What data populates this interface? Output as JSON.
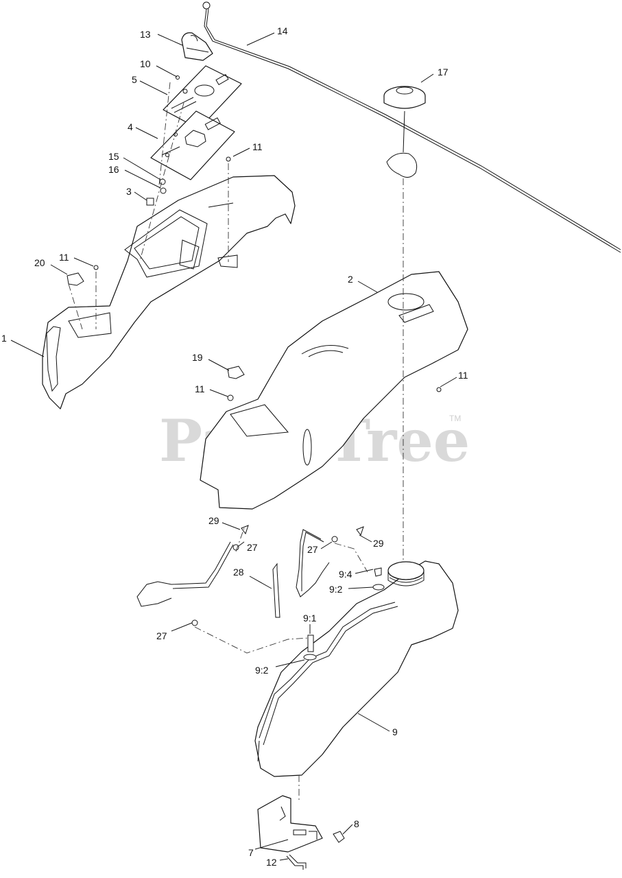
{
  "watermark": {
    "text": "PartsTree",
    "tm": "TM"
  },
  "callouts": [
    {
      "id": "c13",
      "label": "13"
    },
    {
      "id": "c14",
      "label": "14"
    },
    {
      "id": "c10",
      "label": "10"
    },
    {
      "id": "c5",
      "label": "5"
    },
    {
      "id": "c17",
      "label": "17"
    },
    {
      "id": "c4",
      "label": "4"
    },
    {
      "id": "c15",
      "label": "15"
    },
    {
      "id": "c11a",
      "label": "11"
    },
    {
      "id": "c16",
      "label": "16"
    },
    {
      "id": "c3",
      "label": "3"
    },
    {
      "id": "c20",
      "label": "20"
    },
    {
      "id": "c11b",
      "label": "11"
    },
    {
      "id": "c2",
      "label": "2"
    },
    {
      "id": "c1",
      "label": "1"
    },
    {
      "id": "c19",
      "label": "19"
    },
    {
      "id": "c11c",
      "label": "11"
    },
    {
      "id": "c11d",
      "label": "11"
    },
    {
      "id": "c29a",
      "label": "29"
    },
    {
      "id": "c27a",
      "label": "27"
    },
    {
      "id": "c27b",
      "label": "27"
    },
    {
      "id": "c29b",
      "label": "29"
    },
    {
      "id": "c28",
      "label": "28"
    },
    {
      "id": "c94",
      "label": "9:4"
    },
    {
      "id": "c92a",
      "label": "9:2"
    },
    {
      "id": "c91",
      "label": "9:1"
    },
    {
      "id": "c27c",
      "label": "27"
    },
    {
      "id": "c92b",
      "label": "9:2"
    },
    {
      "id": "c9",
      "label": "9"
    },
    {
      "id": "c8",
      "label": "8"
    },
    {
      "id": "c7",
      "label": "7"
    },
    {
      "id": "c12",
      "label": "12"
    }
  ]
}
